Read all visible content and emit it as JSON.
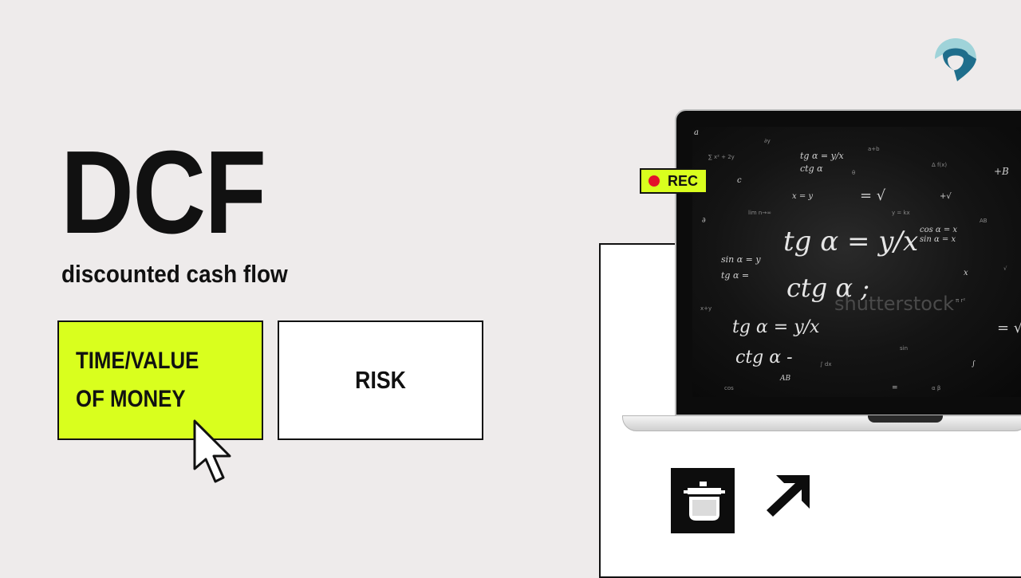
{
  "header": {
    "title": "DCF",
    "subtitle": "discounted cash flow"
  },
  "cards": [
    {
      "label": "TIME/VALUE OF MONEY",
      "color": "#d9ff1e",
      "selected": true
    },
    {
      "label": "RISK",
      "color": "#ffffff",
      "selected": false
    }
  ],
  "video": {
    "rec_label": "REC",
    "rec_dot_color": "#e3122b",
    "watermark": "shutterstock"
  },
  "icons": {
    "cursor": "mouse-pointer-icon",
    "logo": "brand-logo-icon",
    "pot": "cooking-pot-icon",
    "arrow": "arrow-up-right-icon"
  },
  "colors": {
    "accent": "#d9ff1e",
    "background": "#eeebeb",
    "ink": "#111111"
  }
}
